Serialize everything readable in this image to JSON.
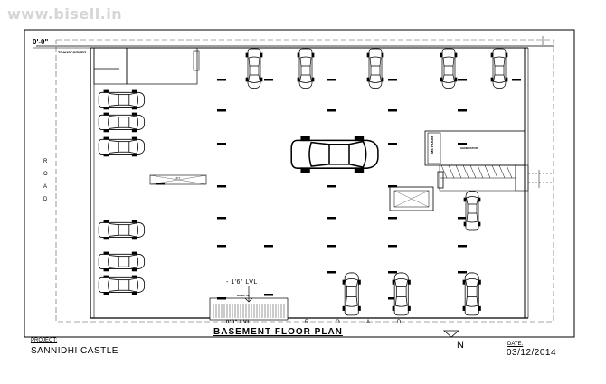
{
  "watermark": "www.bisell.in",
  "title": "BASEMENT FLOOR PLAN",
  "project": {
    "label": "PROJECT:",
    "name": "SANNIDHI CASTLE"
  },
  "date": {
    "label": "DATE:",
    "value": "03/12/2014"
  },
  "levels": {
    "top": "0'-0\"",
    "mid": "- 1'6\" LVL",
    "bottom": "0'0\" LVL"
  },
  "labels": {
    "transformer": "TRANSFORMER",
    "generator": "GENERATOR",
    "lift": "LIFT",
    "ramp": "RAMP UP",
    "me": "ME ROOM"
  },
  "road": {
    "side_letters": [
      "R",
      "O",
      "A",
      "D"
    ],
    "bottom_letters": [
      "R",
      "O",
      "A",
      "D"
    ]
  },
  "north": "N",
  "colors": {
    "line": "#000000",
    "watermark": "#d6d6d6",
    "grid": "#888888"
  }
}
